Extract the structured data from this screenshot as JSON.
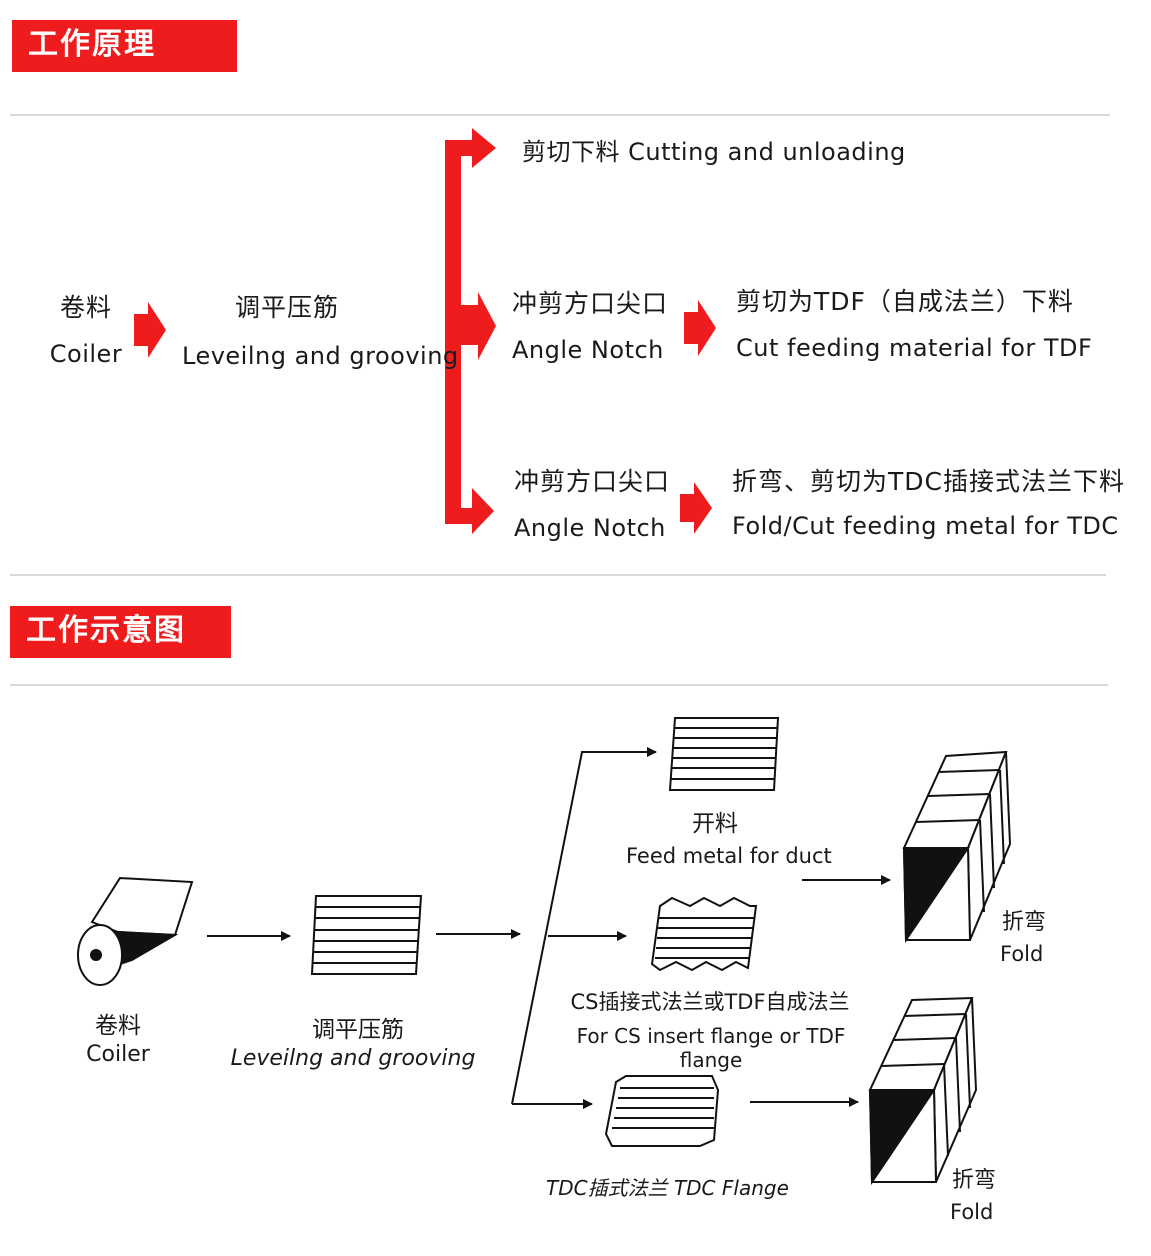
{
  "section1": {
    "title": "工作原理"
  },
  "flow": {
    "coiler_cn": "卷料",
    "coiler_en": "Coiler",
    "level_cn": "调平压筋",
    "level_en": "Leveilng and grooving",
    "cut_line": "剪切下料 Cutting and unloading",
    "notch1_cn": "冲剪方口尖口",
    "notch1_en": "Angle Notch",
    "tdf_cn": "剪切为TDF（自成法兰）下料",
    "tdf_en": "Cut feeding material for TDF",
    "notch2_cn": "冲剪方口尖口",
    "notch2_en": "Angle Notch",
    "tdc_cn": "折弯、剪切为TDC插接式法兰下料",
    "tdc_en": "Fold/Cut feeding metal for TDC"
  },
  "section2": {
    "title": "工作示意图"
  },
  "schematic": {
    "coiler_cn": "卷料",
    "coiler_en": "Coiler",
    "level_cn": "调平压筋",
    "level_en": "Leveilng and grooving",
    "feed_cn": "开料",
    "feed_en": "Feed metal for duct",
    "cs_cn": "CS插接式法兰或TDF自成法兰",
    "cs_en": "For CS insert flange or TDF flange",
    "tdc_flange": "TDC插式法兰 TDC Flange",
    "fold1_cn": "折弯",
    "fold1_en": "Fold",
    "fold2_cn": "折弯",
    "fold2_en": "Fold"
  },
  "colors": {
    "accent": "#ee1c1c",
    "rule": "#d9d9d9",
    "ink": "#1a1a1a"
  }
}
